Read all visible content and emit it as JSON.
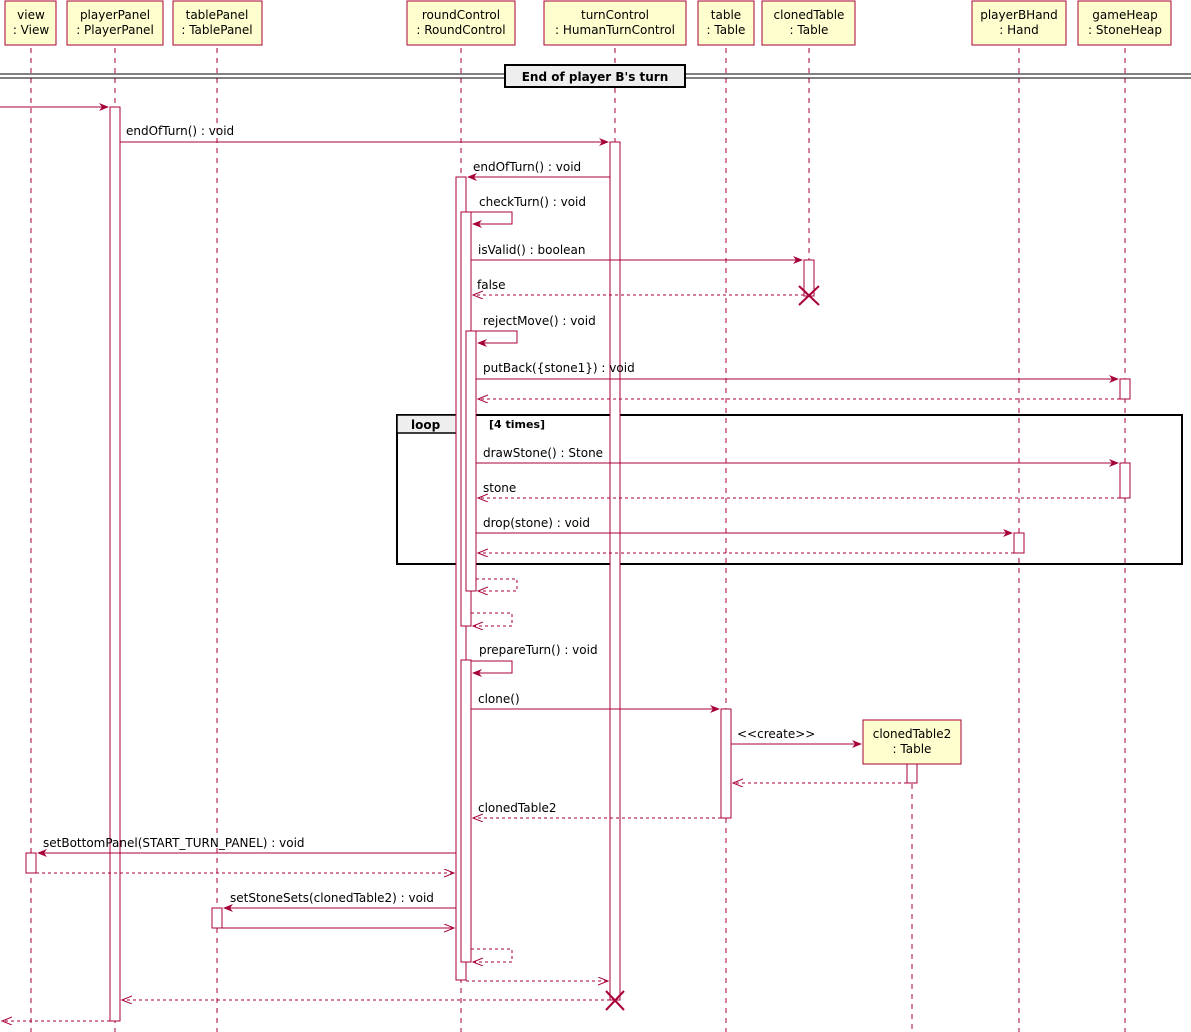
{
  "participants": [
    {
      "id": "view",
      "line1": "view",
      "line2": ": View"
    },
    {
      "id": "playerPanel",
      "line1": "playerPanel",
      "line2": ": PlayerPanel"
    },
    {
      "id": "tablePanel",
      "line1": "tablePanel",
      "line2": ": TablePanel"
    },
    {
      "id": "roundControl",
      "line1": "roundControl",
      "line2": ": RoundControl"
    },
    {
      "id": "turnControl",
      "line1": "turnControl",
      "line2": ": HumanTurnControl"
    },
    {
      "id": "table",
      "line1": "table",
      "line2": ": Table"
    },
    {
      "id": "clonedTable",
      "line1": "clonedTable",
      "line2": ": Table"
    },
    {
      "id": "playerBHand",
      "line1": "playerBHand",
      "line2": ": Hand"
    },
    {
      "id": "gameHeap",
      "line1": "gameHeap",
      "line2": ": StoneHeap"
    }
  ],
  "created_participant": {
    "id": "clonedTable2",
    "line1": "clonedTable2",
    "line2": ": Table"
  },
  "divider": {
    "label": "End of player B's turn"
  },
  "loop_frame": {
    "keyword": "loop",
    "condition": "[4 times]"
  },
  "messages": {
    "endOfTurn_panel": "endOfTurn() : void",
    "endOfTurn_round": "endOfTurn() : void",
    "checkTurn": "checkTurn() : void",
    "isValid": "isValid() : boolean",
    "isValid_return": "false",
    "rejectMove": "rejectMove() : void",
    "putBack": "putBack({stone1}) : void",
    "drawStone": "drawStone() : Stone",
    "drawStone_return": "stone",
    "drop": "drop(stone) : void",
    "prepareTurn": "prepareTurn() : void",
    "clone": "clone()",
    "create": "<<create>>",
    "clone_return": "clonedTable2",
    "setBottomPanel": "setBottomPanel(START_TURN_PANEL) : void",
    "setStoneSets": "setStoneSets(clonedTable2) : void"
  },
  "colors": {
    "line": "#A80036",
    "participant_fill": "#FEFECE",
    "frame_header_fill": "#EEEEEE",
    "lifeline": "#A80036"
  }
}
